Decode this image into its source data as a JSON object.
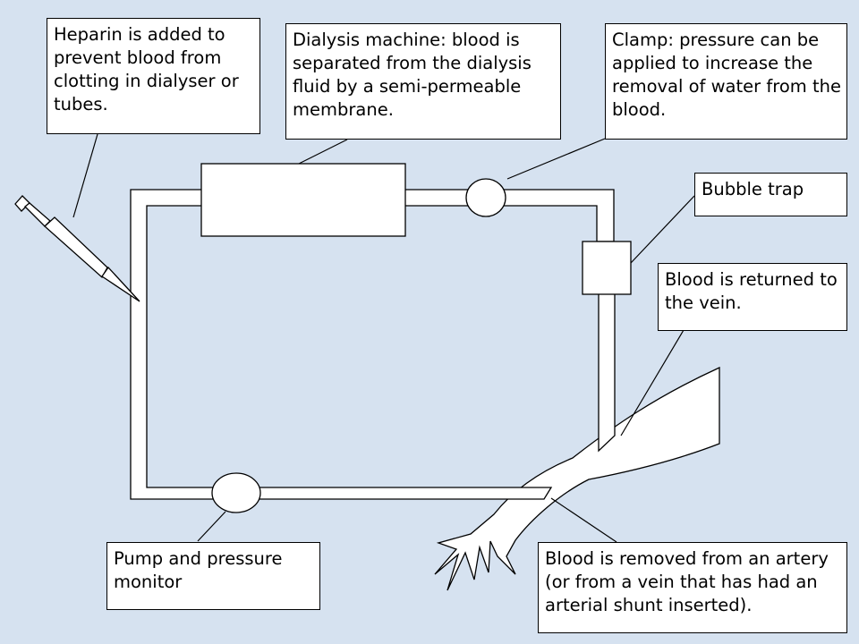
{
  "colors": {
    "background": "#d6e2f0",
    "tube_fill": "#ffffff",
    "outline": "#000000"
  },
  "labels": {
    "heparin": "Heparin is added to prevent blood from clotting in dialyser or tubes.",
    "dialysis_machine": "Dialysis machine: blood is separated from the dialysis fluid by a semi-permeable membrane.",
    "clamp": "Clamp: pressure can be applied to increase the removal of water from the blood.",
    "bubble_trap": "Bubble trap",
    "blood_returned": "Blood is returned to the vein.",
    "pump": "Pump and pressure monitor",
    "blood_removed": "Blood is removed from an artery (or from a vein that has had an arterial shunt inserted)."
  }
}
